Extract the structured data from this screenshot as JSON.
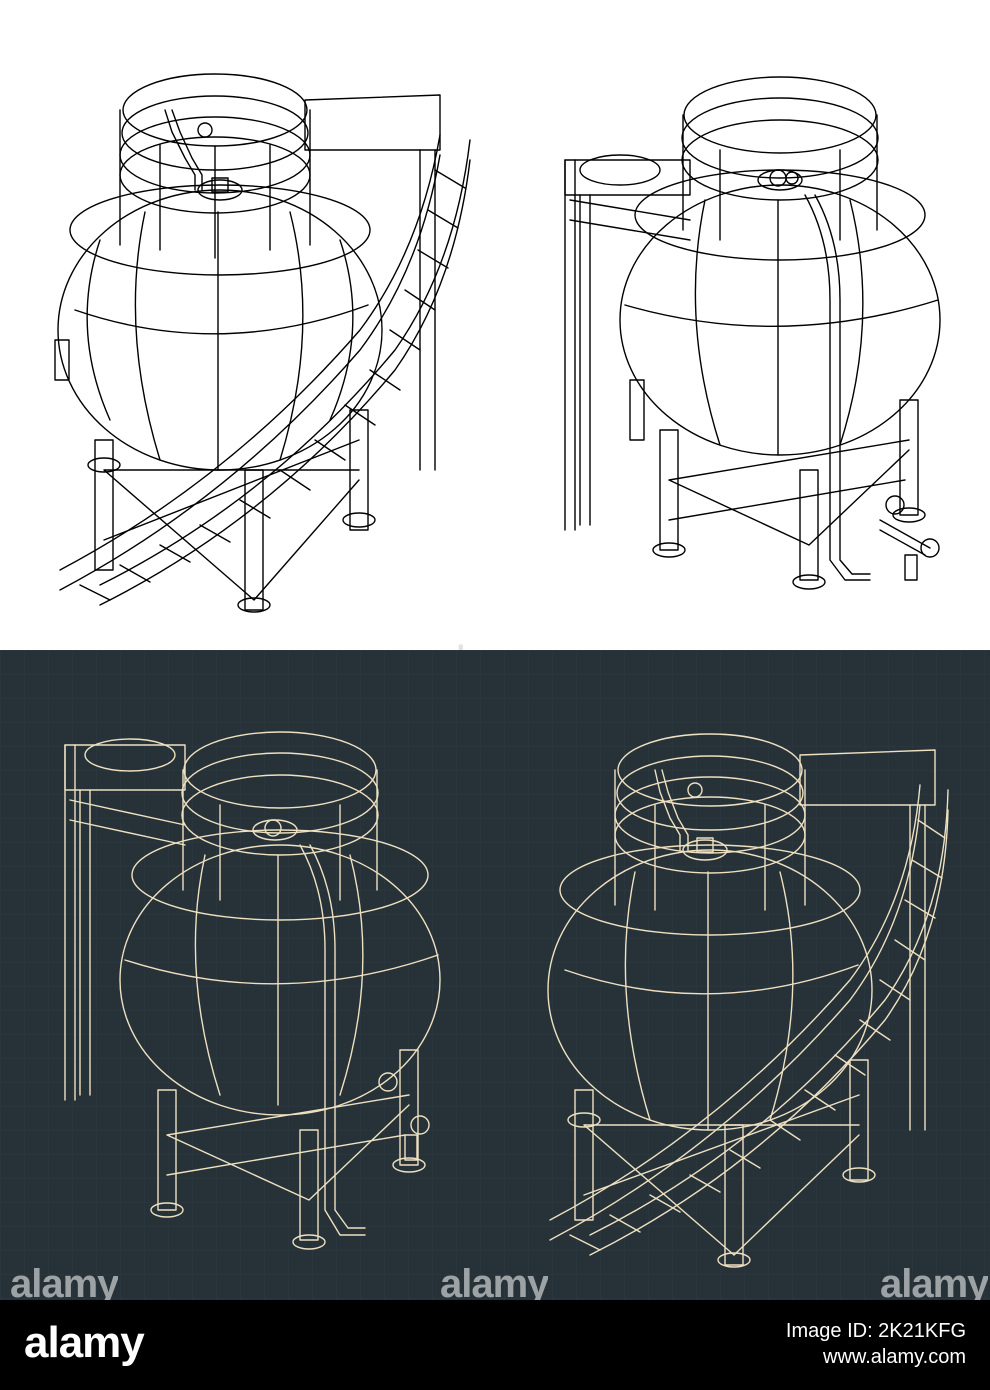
{
  "colors": {
    "top_background": "#ffffff",
    "bottom_background": "#263238",
    "line_dark": "#000000",
    "line_light": "#eee0c0",
    "footer_background": "#000000",
    "footer_text": "#ffffff"
  },
  "watermark": {
    "brand": "alamy"
  },
  "footer": {
    "logo": "alamy",
    "image_id_label": "Image ID: 2K21KFG",
    "site": "www.alamy.com"
  },
  "drawings": [
    {
      "name": "tank-top-left",
      "theme": "dark-lines-on-white",
      "stair": "curved-stair-right"
    },
    {
      "name": "tank-top-right",
      "theme": "dark-lines-on-white",
      "stair": "platform-left-with-pipe"
    },
    {
      "name": "tank-bottom-left",
      "theme": "cream-lines-on-dark",
      "stair": "platform-left-with-pipe"
    },
    {
      "name": "tank-bottom-right",
      "theme": "cream-lines-on-dark",
      "stair": "curved-stair-right"
    }
  ]
}
